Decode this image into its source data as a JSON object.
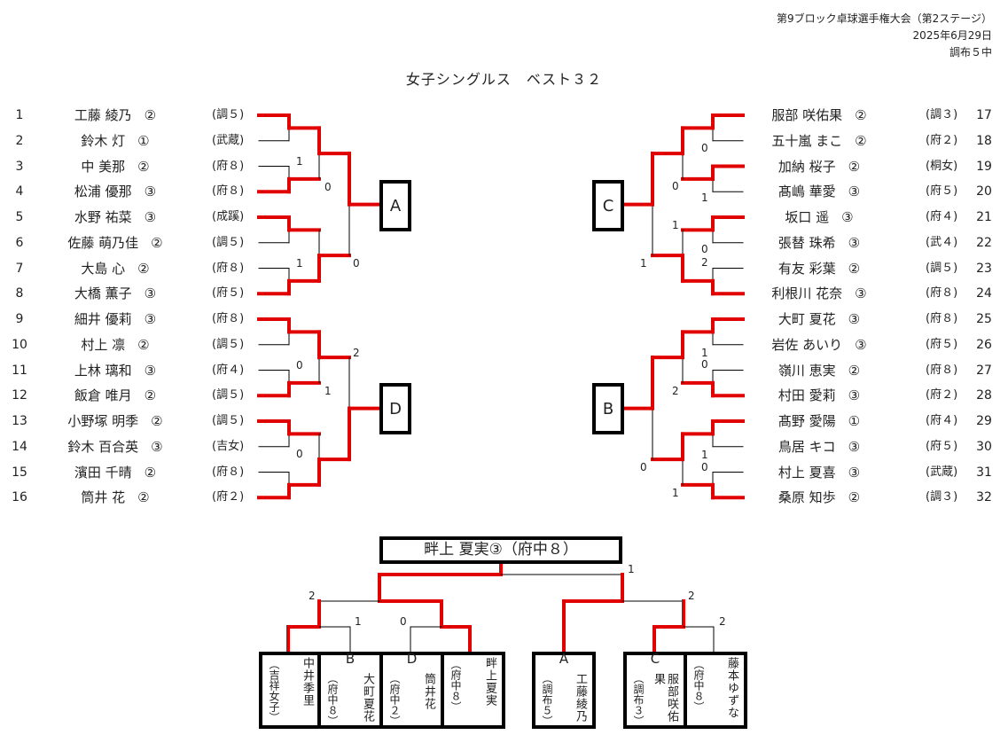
{
  "header": {
    "event": "第9ブロック卓球選手権大会（第2ステージ）",
    "date": "2025年6月29日",
    "host": "調布５中"
  },
  "title": "女子シングルス　ベスト３２",
  "colors": {
    "winner_line": "#e00000",
    "loser_line": "#000000"
  },
  "left_players": [
    {
      "no": "1",
      "name": "工藤 綾乃",
      "grade": "②",
      "school": "(調５)"
    },
    {
      "no": "2",
      "name": "鈴木 灯",
      "grade": "①",
      "school": "(武蔵)"
    },
    {
      "no": "3",
      "name": "中 美那",
      "grade": "②",
      "school": "(府８)"
    },
    {
      "no": "4",
      "name": "松浦 優那",
      "grade": "③",
      "school": "(府８)"
    },
    {
      "no": "5",
      "name": "水野 祐菜",
      "grade": "③",
      "school": "(成蹊)"
    },
    {
      "no": "6",
      "name": "佐藤 萌乃佳",
      "grade": "②",
      "school": "(調５)"
    },
    {
      "no": "7",
      "name": "大島 心",
      "grade": "②",
      "school": "(府８)"
    },
    {
      "no": "8",
      "name": "大橋 薫子",
      "grade": "③",
      "school": "(府５)"
    },
    {
      "no": "9",
      "name": "細井 優莉",
      "grade": "③",
      "school": "(府８)"
    },
    {
      "no": "10",
      "name": "村上 凛",
      "grade": "②",
      "school": "(調５)"
    },
    {
      "no": "11",
      "name": "上林 璃和",
      "grade": "③",
      "school": "(府４)"
    },
    {
      "no": "12",
      "name": "飯倉 唯月",
      "grade": "②",
      "school": "(調５)"
    },
    {
      "no": "13",
      "name": "小野塚 明季",
      "grade": "②",
      "school": "(調５)"
    },
    {
      "no": "14",
      "name": "鈴木 百合英",
      "grade": "③",
      "school": "(吉女)"
    },
    {
      "no": "15",
      "name": "濱田 千晴",
      "grade": "②",
      "school": "(府８)"
    },
    {
      "no": "16",
      "name": "筒井 花",
      "grade": "②",
      "school": "(府２)"
    }
  ],
  "right_players": [
    {
      "no": "17",
      "name": "服部 咲佑果",
      "grade": "②",
      "school": "(調３)"
    },
    {
      "no": "18",
      "name": "五十嵐 まこ",
      "grade": "②",
      "school": "(府２)"
    },
    {
      "no": "19",
      "name": "加納 桜子",
      "grade": "②",
      "school": "(桐女)"
    },
    {
      "no": "20",
      "name": "髙嶋 華愛",
      "grade": "③",
      "school": "(府５)"
    },
    {
      "no": "21",
      "name": "坂口 遥",
      "grade": "③",
      "school": "(府４)"
    },
    {
      "no": "22",
      "name": "張替 珠希",
      "grade": "③",
      "school": "(武４)"
    },
    {
      "no": "23",
      "name": "有友 彩葉",
      "grade": "②",
      "school": "(調５)"
    },
    {
      "no": "24",
      "name": "利根川 花奈",
      "grade": "③",
      "school": "(府８)"
    },
    {
      "no": "25",
      "name": "大町 夏花",
      "grade": "③",
      "school": "(府８)"
    },
    {
      "no": "26",
      "name": "岩佐 あいり",
      "grade": "③",
      "school": "(府５)"
    },
    {
      "no": "27",
      "name": "嶺川 恵実",
      "grade": "②",
      "school": "(府８)"
    },
    {
      "no": "28",
      "name": "村田 愛莉",
      "grade": "③",
      "school": "(府２)"
    },
    {
      "no": "29",
      "name": "髙野 愛陽",
      "grade": "①",
      "school": "(府４)"
    },
    {
      "no": "30",
      "name": "鳥居 キコ",
      "grade": "③",
      "school": "(府５)"
    },
    {
      "no": "31",
      "name": "村上 夏喜",
      "grade": "③",
      "school": "(武蔵)"
    },
    {
      "no": "32",
      "name": "桑原 知歩",
      "grade": "②",
      "school": "(調３)"
    }
  ],
  "quarters": [
    {
      "letter": "A",
      "winners": [
        [
          0,
          1,
          0,
          1
        ],
        [
          0,
          1
        ],
        [
          0
        ]
      ]
    },
    {
      "letter": "D",
      "winners": [
        [
          0,
          1,
          0,
          1
        ],
        [
          0,
          1
        ],
        [
          1
        ]
      ]
    },
    {
      "letter": "C",
      "winners": [
        [
          0,
          0,
          0,
          1
        ],
        [
          0,
          1
        ],
        [
          0
        ]
      ]
    },
    {
      "letter": "B",
      "winners": [
        [
          0,
          1,
          0,
          1
        ],
        [
          0,
          0
        ],
        [
          0
        ]
      ]
    }
  ],
  "scores": [
    "1",
    "0",
    "1",
    "0",
    "0",
    "2",
    "1",
    "0",
    "0",
    "0",
    "1",
    "1",
    "0",
    "2",
    "1",
    "1",
    "0",
    "2",
    "0",
    "1",
    "0",
    "1",
    "1",
    "2",
    "1",
    "0",
    "2",
    "2"
  ],
  "final": {
    "champion": "畔上 夏実③（府中８）",
    "boxes": [
      {
        "letter": "",
        "name": "中井季里",
        "school": "（吉祥女子）"
      },
      {
        "letter": "B",
        "name": "大町夏花",
        "school": "（府中８）"
      },
      {
        "letter": "D",
        "name": "筒井花",
        "school": "（府中２）"
      },
      {
        "letter": "",
        "name": "畔上夏実",
        "school": "（府中８）"
      },
      {
        "letter": "A",
        "name": "工藤綾乃",
        "school": "（調布５）"
      },
      {
        "letter": "C",
        "name": "服部咲佑果",
        "school": "（調布３）"
      },
      {
        "letter": "",
        "name": "藤本ゆずな",
        "school": "（府中８）"
      }
    ]
  }
}
